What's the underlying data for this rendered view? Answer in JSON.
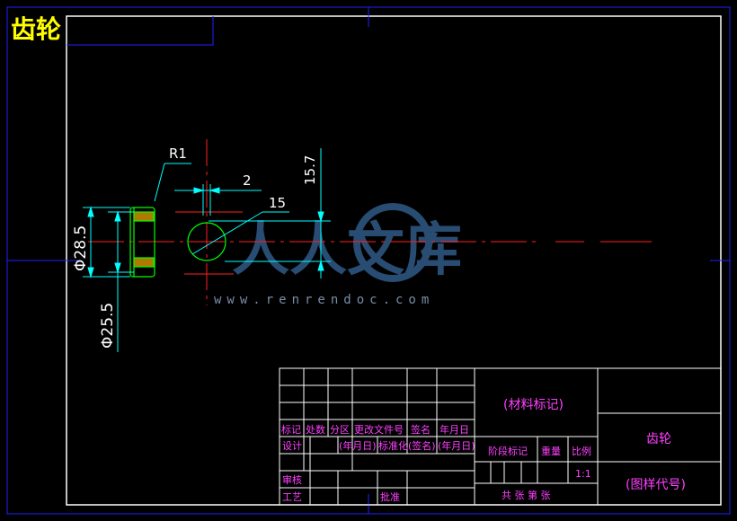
{
  "drawing": {
    "title": "齿轮",
    "dims": {
      "r1": "R1",
      "gap": "2",
      "circle": "15",
      "height": "15.7",
      "phi_outer": "Φ28.5",
      "phi_inner": "Φ25.5"
    }
  },
  "title_block": {
    "material": "(材料标记)",
    "part_name": "齿轮",
    "drawing_code": "(图样代号)",
    "scale": "1:1",
    "headers": {
      "mark": "标记",
      "count": "处数",
      "zone": "分区",
      "change_doc": "更改文件号",
      "signature": "签名",
      "date": "年月日"
    },
    "design": "设计",
    "date_paren": "(年月日)",
    "standardization": "标准化",
    "sign_paren": "(签名)",
    "date_paren2": "(年月日)",
    "stage_mark": "阶段标记",
    "weight": "重量",
    "ratio": "比例",
    "review": "审核",
    "process": "工艺",
    "approve": "批准",
    "sheets": "共  张  第  张"
  },
  "watermark": {
    "text": "人人文库",
    "url": "www.renrendoc.com"
  },
  "colors": {
    "frame": "#2020ff",
    "white_line": "#ffffff",
    "cyan_dim": "#00ffff",
    "red_center": "#ff2020",
    "yellow_title": "#ffff00",
    "green_part": "#00ff00",
    "magenta_text": "#ff40ff"
  }
}
